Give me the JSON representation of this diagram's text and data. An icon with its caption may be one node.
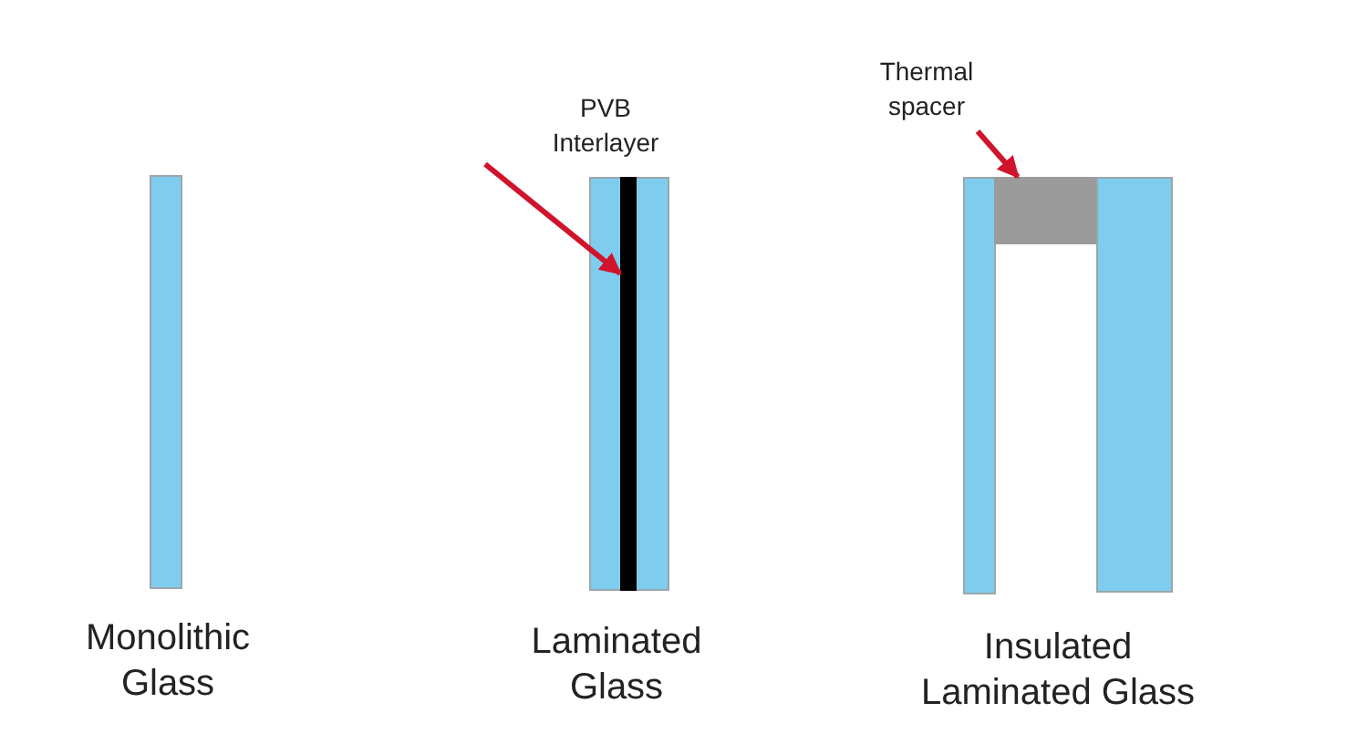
{
  "diagram": {
    "nodes": [
      {
        "text": [
          "PVB Interlayer"
        ]
      },
      {
        "text": [],
        "shape": "bar"
      },
      {
        "text": [
          "Thermal spacer"
        ]
      },
      {
        "text": [],
        "shape": "box"
      }
    ],
    "edges": [
      {
        "from": 0,
        "to": 1,
        "arrow": "to"
      },
      {
        "from": 2,
        "to": 3,
        "arrow": "to"
      }
    ],
    "labels": [
      "Monolithic Glass",
      "Laminated Glass",
      "Insulated Laminated Glass"
    ]
  }
}
